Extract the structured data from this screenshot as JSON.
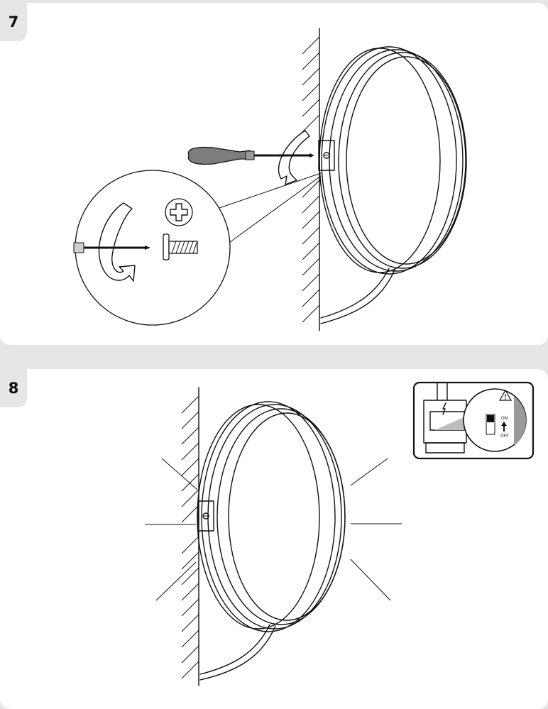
{
  "steps": [
    {
      "number": "7",
      "icon": "screwdriver-fix-screw-illustration"
    },
    {
      "number": "8",
      "icon": "power-on-light-illustration"
    }
  ],
  "switch_inset": {
    "on_label": "ON",
    "off_label": "OFF",
    "warning_icon": "warning-triangle-icon",
    "power_icon": "lightning-bolt-icon"
  },
  "colors": {
    "background": "#e6e6e6",
    "panel": "#ffffff",
    "ink": "#111111"
  }
}
